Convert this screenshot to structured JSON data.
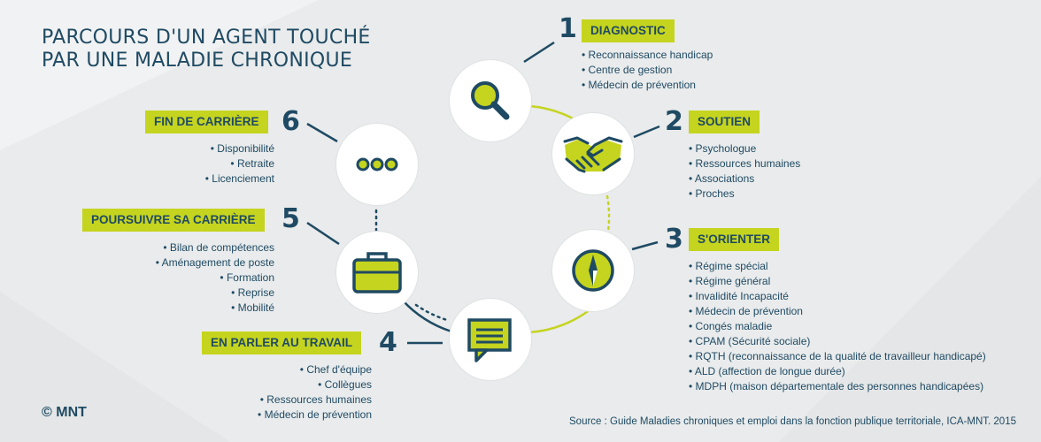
{
  "title": {
    "line1": "PARCOURS D'UN AGENT TOUCHÉ",
    "line2": "PAR UNE MALADIE CHRONIQUE"
  },
  "steps": [
    {
      "number": "1",
      "label": "DIAGNOSTIC",
      "icon": "magnifier-icon",
      "items": [
        "Reconnaissance handicap",
        "Centre de gestion",
        "Médecin de prévention"
      ]
    },
    {
      "number": "2",
      "label": "SOUTIEN",
      "icon": "handshake-icon",
      "items": [
        "Psychologue",
        "Ressources humaines",
        "Associations",
        "Proches"
      ]
    },
    {
      "number": "3",
      "label": "S'ORIENTER",
      "icon": "compass-icon",
      "items": [
        "Régime spécial",
        "Régime général",
        "Invalidité Incapacité",
        "Médecin de prévention",
        "Congés maladie",
        "CPAM (Sécurité sociale)",
        "RQTH (reconnaissance de la qualité de travailleur handicapé)",
        "ALD (affection de longue durée)",
        "MDPH (maison départementale des personnes handicapées)"
      ]
    },
    {
      "number": "4",
      "label": "EN PARLER AU TRAVAIL",
      "icon": "speech-bubble-icon",
      "items": [
        "Chef d'équipe",
        "Collègues",
        "Ressources humaines",
        "Médecin de prévention"
      ]
    },
    {
      "number": "5",
      "label": "POURSUIVRE SA CARRIÈRE",
      "icon": "briefcase-icon",
      "items": [
        "Bilan de compétences",
        "Aménagement de poste",
        "Formation",
        "Reprise",
        "Mobilité"
      ]
    },
    {
      "number": "6",
      "label": "FIN DE CARRIÈRE",
      "icon": "ellipsis-icon",
      "items": [
        "Disponibilité",
        "Retraite",
        "Licenciement"
      ]
    }
  ],
  "footer": {
    "copyright": "© MNT",
    "source": "Source : Guide Maladies chroniques et emploi dans la fonction publique territoriale, ICA-MNT. 2015"
  },
  "colors": {
    "navy": "#1f4a63",
    "lime": "#c5d41e",
    "background": "#e9ebec"
  }
}
